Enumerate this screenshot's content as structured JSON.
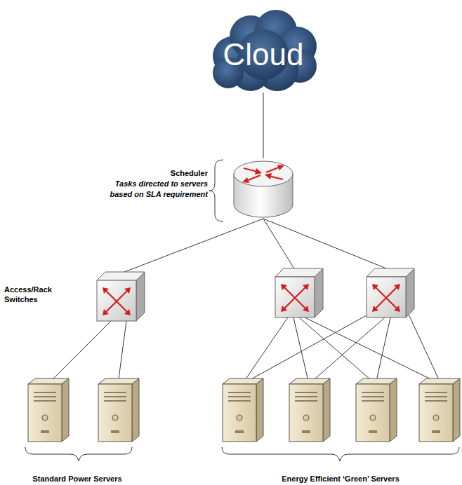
{
  "diagram": {
    "nodes": [
      {
        "text": [
          "Cloud"
        ]
      },
      {
        "text": [
          "Scheduler",
          "Tasks directed to servers based on SLA requirement"
        ]
      }
    ],
    "edges": [
      {
        "from": 0,
        "to": 1,
        "arrow": "none"
      }
    ],
    "labels": [
      "Access/Rack Switches",
      "Standard Power Servers",
      "Energy Efficient ‘Green’ Servers"
    ]
  }
}
